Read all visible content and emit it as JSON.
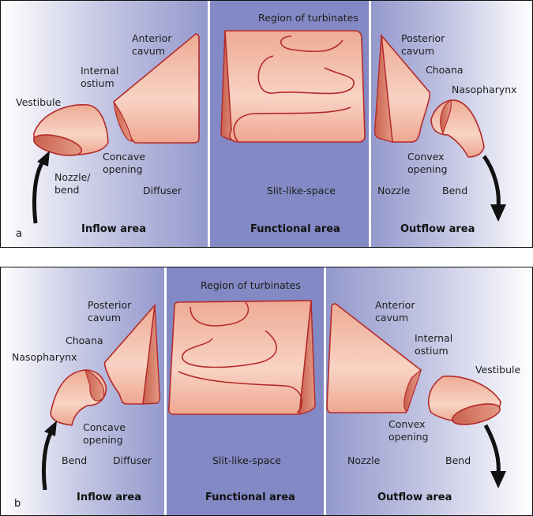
{
  "colors": {
    "tissue_fill": "#f2b9a3",
    "tissue_light": "#f8d3c4",
    "tissue_dark": "#d77a66",
    "tissue_outline": "#b52a2a",
    "functional_bg": "#8389c4",
    "gradient_dark": "#9399cc",
    "arrow": "#111111"
  },
  "panels": [
    {
      "letter": "a",
      "areas": {
        "inflow": "Inflow area",
        "functional": "Functional area",
        "outflow": "Outflow area"
      },
      "labels": {
        "vestibule": "Vestibule",
        "internal_ostium": "Internal\nostium",
        "anterior_cavum": "Anterior\ncavum",
        "concave_opening": "Concave\nopening",
        "nozzle_bend": "Nozzle/\nbend",
        "diffuser": "Diffuser",
        "region_of_turbinates": "Region of turbinates",
        "slit_like_space": "Slit-like-space",
        "posterior_cavum": "Posterior\ncavum",
        "choana": "Choana",
        "nasopharynx": "Nasopharynx",
        "convex_opening": "Convex\nopening",
        "nozzle": "Nozzle",
        "bend": "Bend"
      }
    },
    {
      "letter": "b",
      "areas": {
        "inflow": "Inflow area",
        "functional": "Functional area",
        "outflow": "Outflow area"
      },
      "labels": {
        "nasopharynx": "Nasopharynx",
        "choana": "Choana",
        "posterior_cavum": "Posterior\ncavum",
        "concave_opening": "Concave\nopening",
        "bend": "Bend",
        "diffuser": "Diffuser",
        "region_of_turbinates": "Region of turbinates",
        "slit_like_space": "Slit-like-space",
        "anterior_cavum": "Anterior\ncavum",
        "internal_ostium": "Internal\nostium",
        "vestibule": "Vestibule",
        "convex_opening": "Convex\nopening",
        "nozzle": "Nozzle",
        "bend_out": "Bend"
      }
    }
  ]
}
